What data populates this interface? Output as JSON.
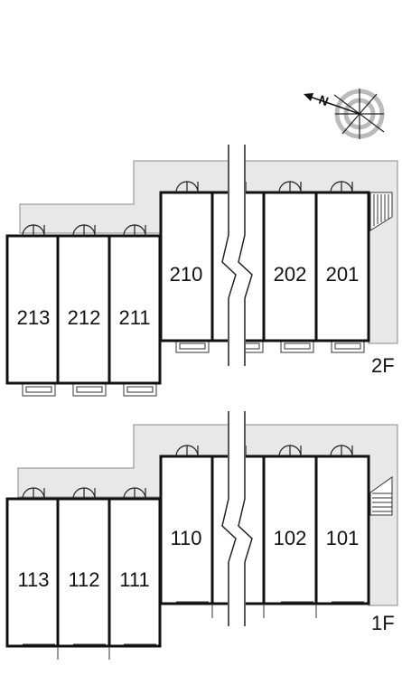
{
  "compass": {
    "label": "N",
    "icon": "compass-icon"
  },
  "floors": [
    {
      "label": "2F",
      "rooms": [
        "213",
        "212",
        "211",
        "210",
        "202",
        "201"
      ]
    },
    {
      "label": "1F",
      "rooms": [
        "113",
        "112",
        "111",
        "110",
        "102",
        "101"
      ]
    }
  ]
}
